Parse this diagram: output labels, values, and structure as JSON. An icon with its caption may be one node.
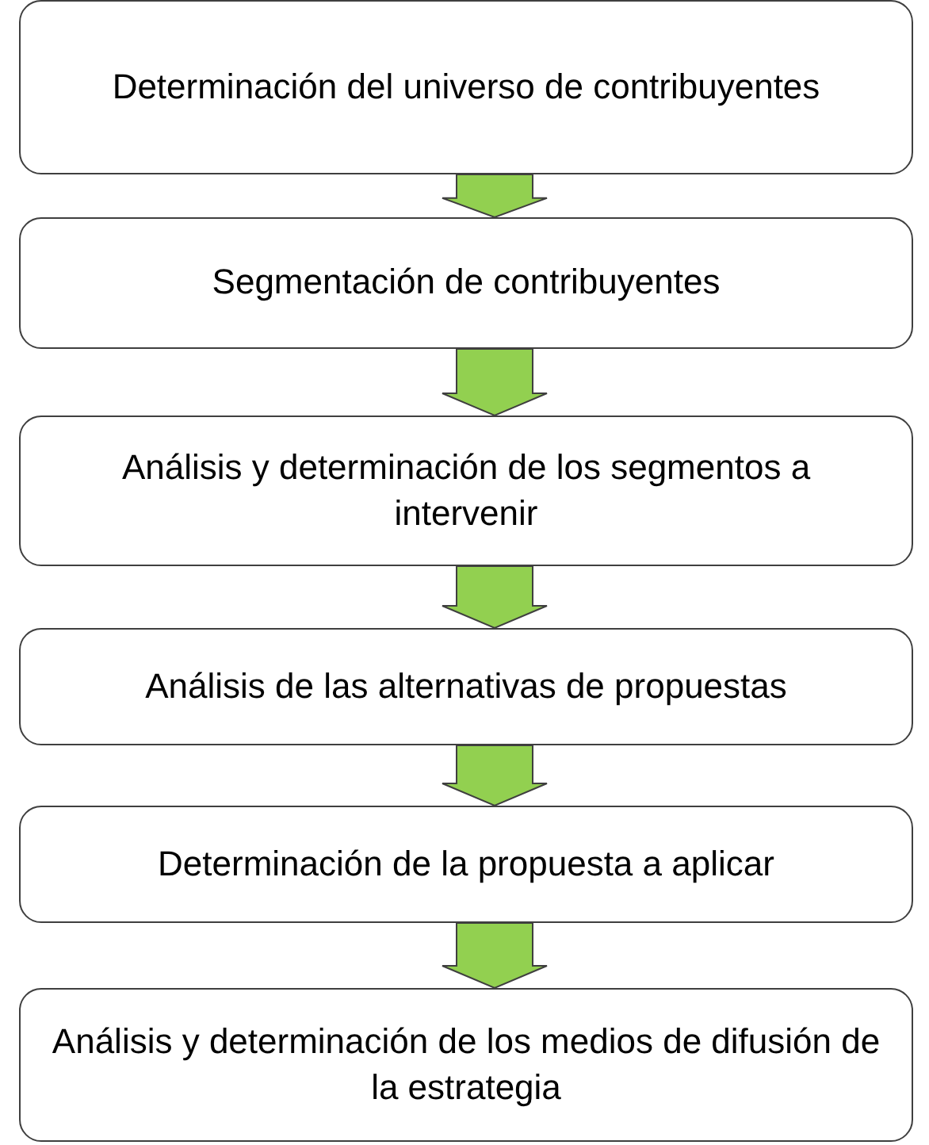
{
  "diagram": {
    "nodes": [
      {
        "text": [
          "Determinación del universo de contribuyentes"
        ]
      },
      {
        "text": [
          "Segmentación de contribuyentes"
        ]
      },
      {
        "text": [
          "Análisis y determinación de los segmentos a intervenir"
        ]
      },
      {
        "text": [
          "Análisis de las alternativas de propuestas"
        ]
      },
      {
        "text": [
          "Determinación de la propuesta a aplicar"
        ]
      },
      {
        "text": [
          "Análisis y determinación de los medios de difusión de la estrategia"
        ]
      }
    ],
    "edges": [
      {
        "from": 0,
        "to": 1,
        "arrow": "to"
      },
      {
        "from": 1,
        "to": 2,
        "arrow": "to"
      },
      {
        "from": 2,
        "to": 3,
        "arrow": "to"
      },
      {
        "from": 3,
        "to": 4,
        "arrow": "to"
      },
      {
        "from": 4,
        "to": 5,
        "arrow": "to"
      }
    ]
  }
}
